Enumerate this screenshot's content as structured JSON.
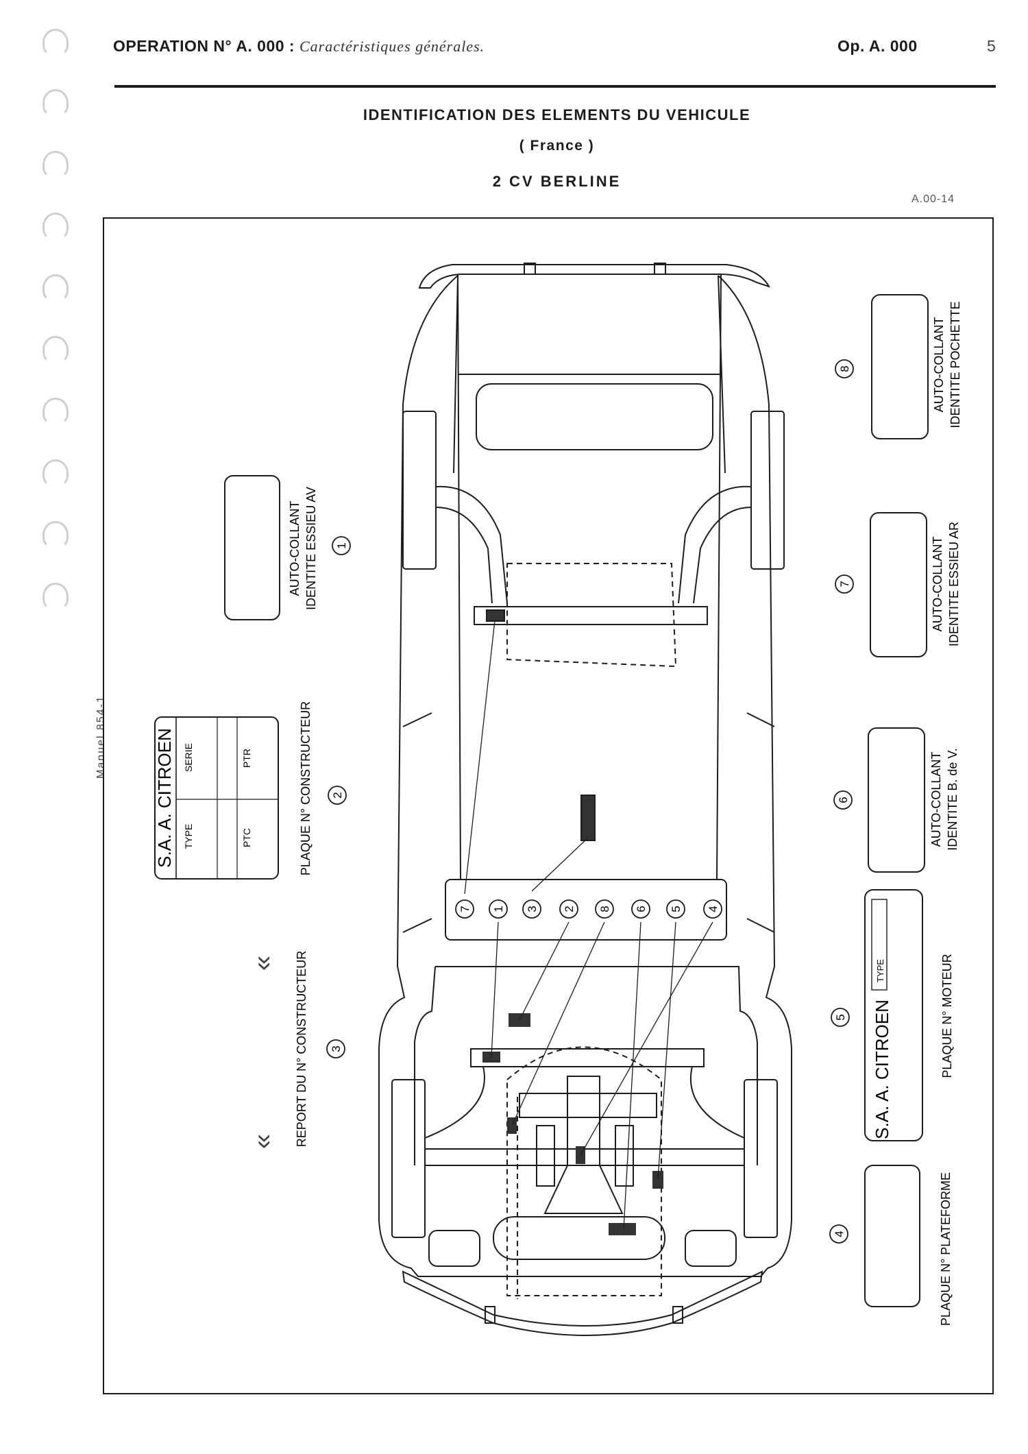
{
  "header": {
    "operation_label": "OPERATION N° A. 000 :",
    "operation_subject": "Caractéristiques générales.",
    "op_ref": "Op. A. 000",
    "page_number": "5"
  },
  "title": {
    "line1": "IDENTIFICATION DES ELEMENTS DU VEHICULE",
    "line2": "( France )",
    "line3": "2 CV BERLINE"
  },
  "figure_ref": "A.00-14",
  "margin_note": "Manuel 854-1",
  "callouts": {
    "c1": {
      "num": "1",
      "line1": "AUTO-COLLANT",
      "line2": "IDENTITE ESSIEU AV"
    },
    "c2": {
      "num": "2",
      "line1": "PLAQUE N° CONSTRUCTEUR"
    },
    "c3": {
      "num": "3",
      "line1": "REPORT DU N° CONSTRUCTEUR"
    },
    "c4": {
      "num": "4",
      "line1": "PLAQUE N° PLATEFORME"
    },
    "c5": {
      "num": "5",
      "line1": "PLAQUE N° MOTEUR"
    },
    "c6": {
      "num": "6",
      "line1": "AUTO-COLLANT",
      "line2": "IDENTITE B. de V."
    },
    "c7": {
      "num": "7",
      "line1": "AUTO-COLLANT",
      "line2": "IDENTITE ESSIEU AR"
    },
    "c8": {
      "num": "8",
      "line1": "AUTO-COLLANT",
      "line2": "IDENTITE POCHETTE"
    }
  },
  "constructor_plate": {
    "brand": "S.A. A. CITROEN",
    "type": "TYPE",
    "serie": "SERIE",
    "ptc": "PTC",
    "ptr": "PTR"
  },
  "engine_plate": {
    "brand": "S.A. A. CITROEN",
    "type": "TYPE"
  },
  "arrow_glyph": "«",
  "index_numbers": [
    "7",
    "1",
    "3",
    "2",
    "8",
    "6",
    "5",
    "4"
  ]
}
